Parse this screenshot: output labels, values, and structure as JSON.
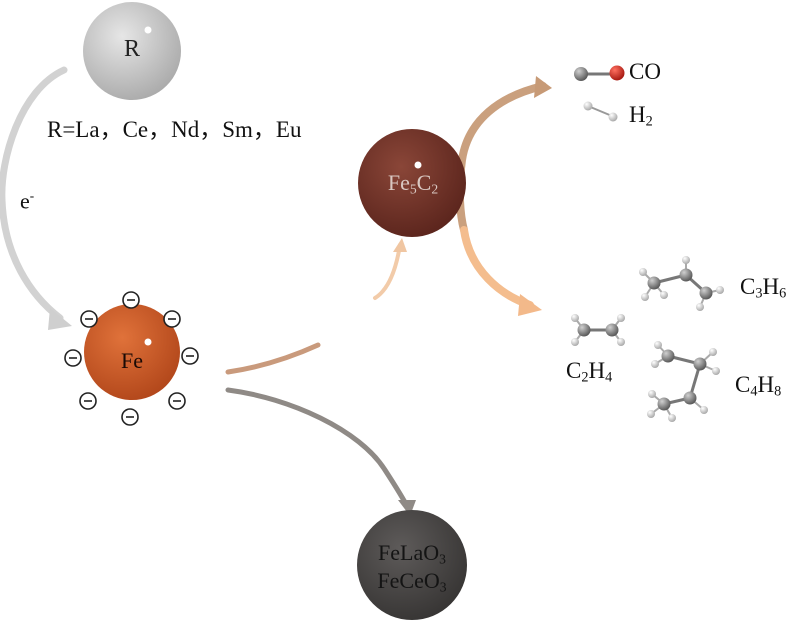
{
  "nodes": {
    "r": {
      "label": "R",
      "color": "#bdbdbd"
    },
    "fe": {
      "label": "Fe",
      "color": "#c4521e"
    },
    "fe5c2": {
      "label_main": "Fe",
      "sub1": "5",
      "label_mid": "C",
      "sub2": "2",
      "color": "#6e3228"
    },
    "oxides": {
      "line1": {
        "a": "FeLaO",
        "sub": "3"
      },
      "line2": {
        "a": "FeCeO",
        "sub": "3"
      },
      "color": "#4a4847"
    }
  },
  "r_definition": "R=La，Ce，Nd，Sm，Eu",
  "electron_label": {
    "base": "e",
    "sup": "-"
  },
  "reactants": {
    "co": {
      "label": "CO"
    },
    "h2": {
      "base": "H",
      "sub": "2"
    }
  },
  "products": {
    "c2h4": {
      "a": "C",
      "s1": "2",
      "b": "H",
      "s2": "4"
    },
    "c3h6": {
      "a": "C",
      "s1": "3",
      "b": "H",
      "s2": "6"
    },
    "c4h8": {
      "a": "C",
      "s1": "4",
      "b": "H",
      "s2": "8"
    }
  },
  "colors": {
    "electron_arrow": "#c9c9c9",
    "feed_arrow": "#c79a76",
    "product_arrow": "#f3b98a",
    "to_carbide_arrow": "#f0c9a6",
    "oxide_arrow": "#8c8682",
    "atom_carbon": "#8e8e8e",
    "atom_oxygen": "#c0281e",
    "atom_hydrogen": "#d6d6d6"
  }
}
